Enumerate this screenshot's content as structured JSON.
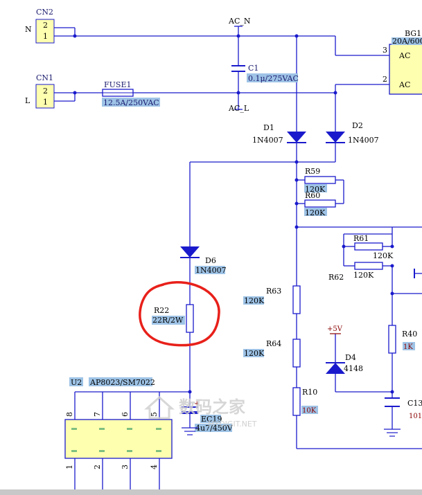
{
  "connectors": {
    "cn2": {
      "ref": "CN2",
      "net": "N",
      "pin_top": "2",
      "pin_bottom": "1"
    },
    "cn1": {
      "ref": "CN1",
      "net": "L",
      "pin_top": "2",
      "pin_bottom": "1"
    }
  },
  "nets": {
    "ac_n": "AC_N",
    "ac_l": "AC_L"
  },
  "fuse": {
    "ref": "FUSE1",
    "value": "12.5A/250VAC"
  },
  "c1": {
    "ref": "C1",
    "value": "0.1μ/275VAC"
  },
  "bridge": {
    "ref": "BG1",
    "value": "20A/600",
    "pin3": "3",
    "pin2": "2",
    "ac_top": "AC",
    "ac_bottom": "AC"
  },
  "d1": {
    "ref": "D1",
    "value": "1N4007"
  },
  "d2": {
    "ref": "D2",
    "value": "1N4007"
  },
  "r59": {
    "ref": "R59",
    "value": "120K"
  },
  "r60": {
    "ref": "R60",
    "value": "120K"
  },
  "r61": {
    "ref": "R61",
    "value": "120K"
  },
  "r62": {
    "ref": "R62",
    "value": "120K"
  },
  "r63": {
    "ref": "R63",
    "value": "120K"
  },
  "r64": {
    "ref": "R64",
    "value": "120K"
  },
  "r10": {
    "ref": "R10",
    "value": "10K"
  },
  "r40": {
    "ref": "R40",
    "value": "1K"
  },
  "r22": {
    "ref": "R22",
    "value": "22R/2W"
  },
  "d6": {
    "ref": "D6",
    "value": "1N4007"
  },
  "d4": {
    "ref": "D4",
    "value": "4148"
  },
  "supply": {
    "label": "+5V"
  },
  "ec19": {
    "ref": "EC19",
    "value": "4u7/450V",
    "polarity": "+"
  },
  "c13": {
    "ref": "C13",
    "value": "101"
  },
  "u2": {
    "ref": "U2",
    "part": "AP8023/SM7022",
    "pins_top": [
      "8",
      "7",
      "6",
      "5"
    ],
    "pins_bottom": [
      "1",
      "2",
      "3",
      "4"
    ]
  },
  "watermark": {
    "cn": "数码之家",
    "en": "MYDIGIT.NET"
  },
  "colors": {
    "wire": "#1a1acc",
    "component": "#1a1acc",
    "highlight": "#9ec3e6",
    "annotation": "#e8201a",
    "ic_fill": "#ffffb0",
    "connector_fill": "#ffffb0"
  }
}
